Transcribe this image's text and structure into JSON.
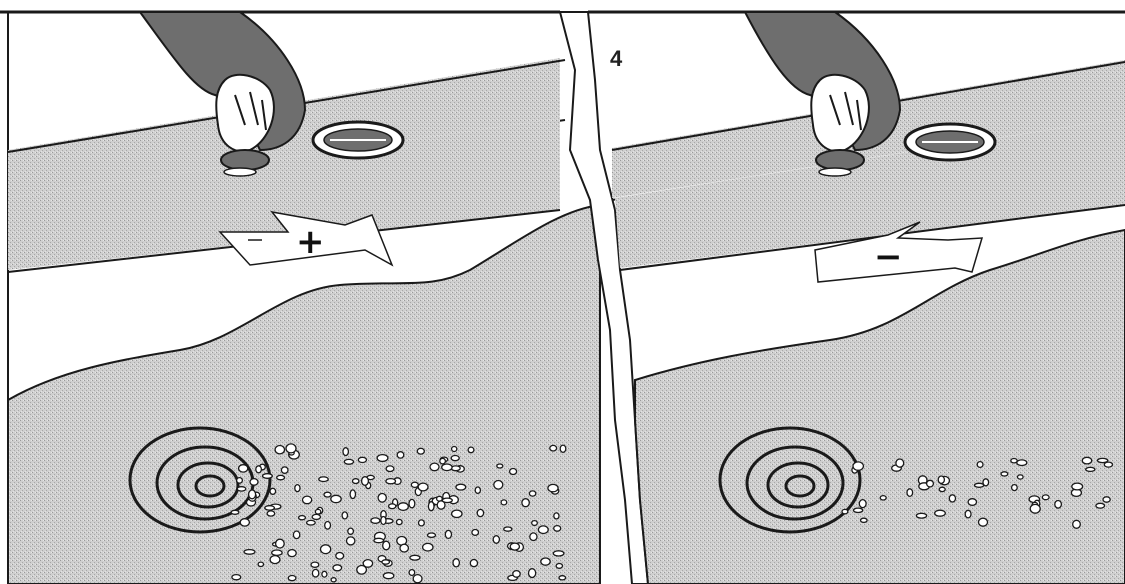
{
  "panels": [
    {
      "id": "left",
      "label": "",
      "flow_sign": "+",
      "water_level": "more"
    },
    {
      "id": "right",
      "label": "4",
      "flow_sign": "−",
      "water_level": "less"
    }
  ],
  "colors": {
    "stipple_gray": "#c8c8c8",
    "hand_gray": "#6e6e6e",
    "line": "#1a1a1a",
    "paper": "#ffffff"
  },
  "icons": [
    "hand-icon",
    "valve-knob-icon",
    "faucet-nozzle-icon",
    "flow-arrow-icon",
    "water-spray-icon"
  ]
}
